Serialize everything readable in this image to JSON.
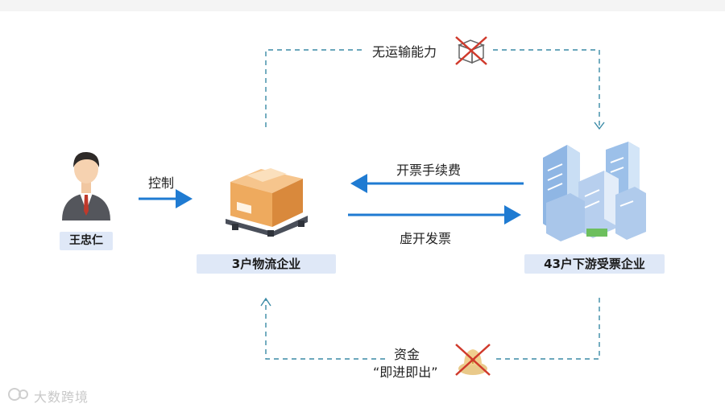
{
  "diagram": {
    "person": {
      "name": "王忠仁",
      "icon": "businessman-icon"
    },
    "control_label": "控制",
    "logistics": {
      "label": "3户物流企业",
      "icon": "cardboard-box-pallet-icon"
    },
    "downstream": {
      "label": "43户下游受票企业",
      "icon": "office-buildings-icon"
    },
    "top_flow": {
      "label": "无运输能力",
      "icon": "crossed-out-box-icon"
    },
    "fee_label": "开票手续费",
    "invoice_label": "虚开发票",
    "bottom_flow": {
      "label_line1": "资金",
      "label_line2": "“即进即出”",
      "icon": "crossed-out-money-icon"
    },
    "colors": {
      "arrow_blue": "#1f7bd2",
      "dash_teal": "#3a8aa6",
      "label_bg": "#dfe8f7",
      "cross_red": "#d0392b"
    }
  },
  "watermark": {
    "text": "大数跨境"
  }
}
